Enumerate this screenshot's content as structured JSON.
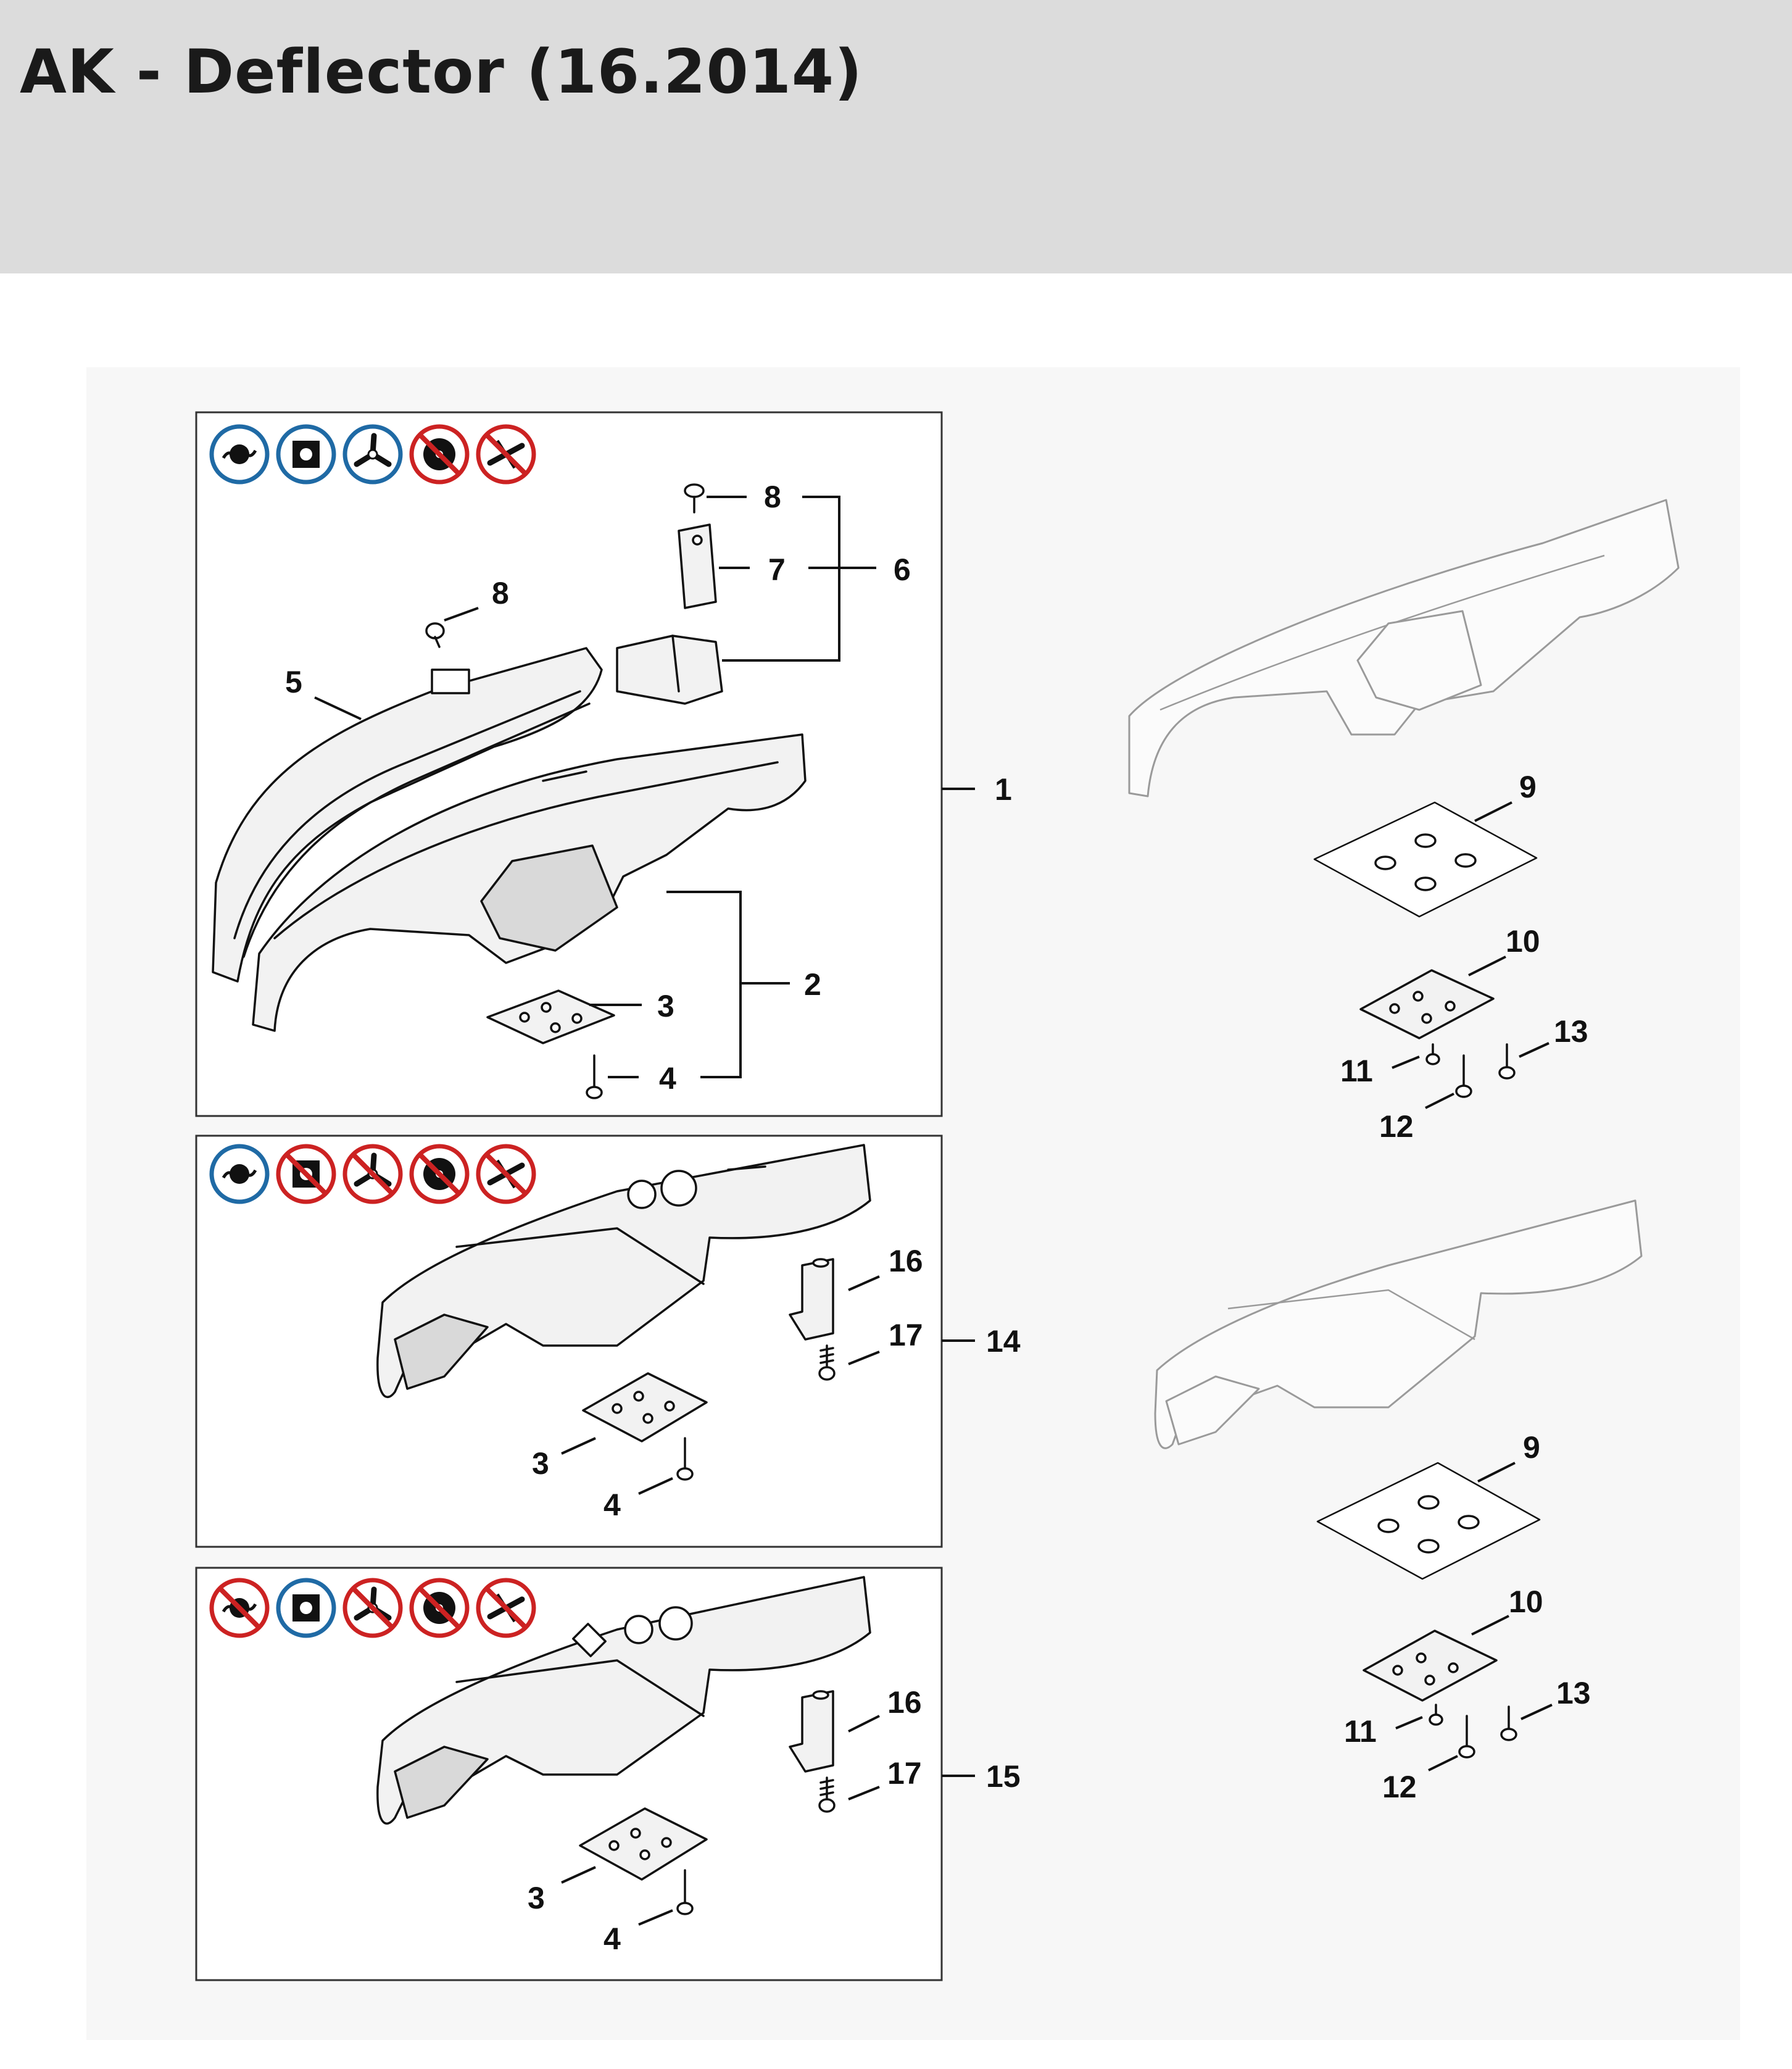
{
  "title": "AK - Deflector (16.2014)",
  "callouts": {
    "1": "1",
    "2": "2",
    "3": "3",
    "4": "4",
    "5": "5",
    "6": "6",
    "7": "7",
    "8": "8",
    "9": "9",
    "10": "10",
    "11": "11",
    "12": "12",
    "13": "13",
    "14": "14",
    "15": "15",
    "16": "16",
    "17": "17"
  },
  "icon_rows": [
    {
      "panel": 1,
      "icons": [
        {
          "name": "mowing-head-icon",
          "status": "allowed"
        },
        {
          "name": "polycut-head-icon",
          "status": "allowed"
        },
        {
          "name": "three-blade-icon",
          "status": "allowed"
        },
        {
          "name": "saw-blade-icon",
          "status": "prohibited"
        },
        {
          "name": "two-blade-icon",
          "status": "prohibited"
        }
      ]
    },
    {
      "panel": 2,
      "icons": [
        {
          "name": "mowing-head-icon",
          "status": "allowed"
        },
        {
          "name": "polycut-head-icon",
          "status": "prohibited"
        },
        {
          "name": "three-blade-icon",
          "status": "prohibited"
        },
        {
          "name": "saw-blade-icon",
          "status": "prohibited"
        },
        {
          "name": "two-blade-icon",
          "status": "prohibited"
        }
      ]
    },
    {
      "panel": 3,
      "icons": [
        {
          "name": "mowing-head-icon",
          "status": "prohibited"
        },
        {
          "name": "polycut-head-icon",
          "status": "allowed"
        },
        {
          "name": "three-blade-icon",
          "status": "prohibited"
        },
        {
          "name": "saw-blade-icon",
          "status": "prohibited"
        },
        {
          "name": "two-blade-icon",
          "status": "prohibited"
        }
      ]
    }
  ],
  "colors": {
    "allowed": "#1f6aa5",
    "prohibited": "#cc2222",
    "header_bg": "#dcdcdc"
  }
}
